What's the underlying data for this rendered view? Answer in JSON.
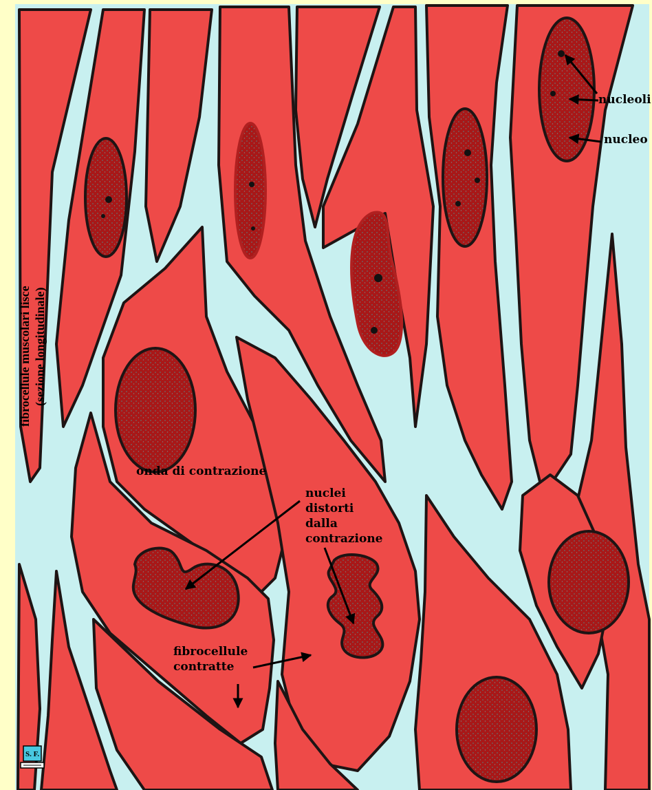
{
  "side_label": {
    "line1": "fibrocellule muscolari lisce",
    "line2": "(sezione longitudinale)"
  },
  "labels": {
    "nucleoli": "nucleoli",
    "nucleo": "nucleo",
    "onda": "onda di contrazione",
    "nuclei_distorti": [
      "nuclei",
      "distorti",
      "dalla",
      "contrazione"
    ],
    "fibrocellule_contratte": [
      "fibrocellule",
      "contratte"
    ]
  },
  "logo": {
    "text": "S. F."
  },
  "colors": {
    "page_border": "#ffffc8",
    "background_fluid": "#c8f0f0",
    "cytoplasm": "#ee4a48",
    "nucleus": "#a81818",
    "outline": "#1e1414",
    "nucleolus": "#111111",
    "logo_fill": "#48c8e0"
  },
  "icons": [
    "arrow-icon",
    "logo-icon"
  ]
}
